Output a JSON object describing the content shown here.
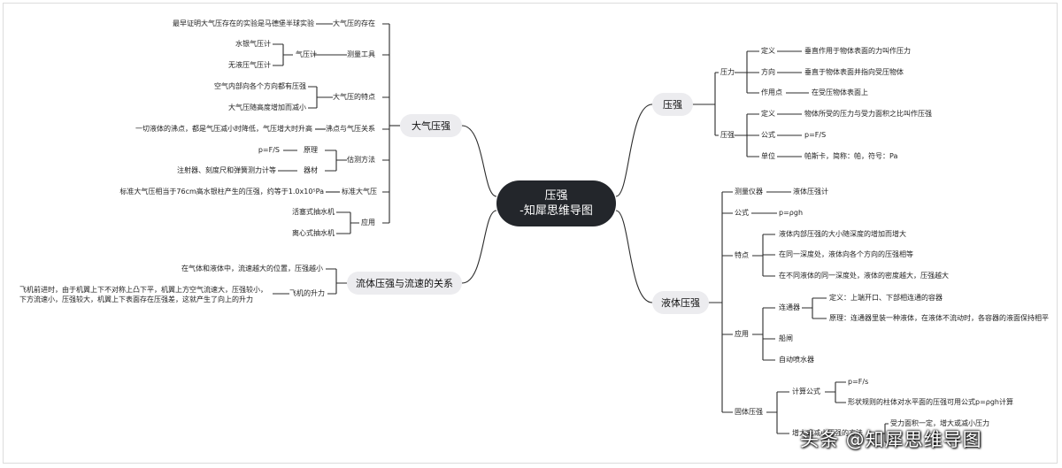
{
  "root": {
    "line1": "压强",
    "line2": "-知犀思维导图"
  },
  "left": {
    "atm": {
      "label": "大气压强",
      "existence": {
        "label": "大气压的存在",
        "fact": "最早证明大气压存在的实验是马德堡半球实验"
      },
      "tools": {
        "label": "测量工具",
        "barometer": "气压计",
        "mercury": "水银气压计",
        "aneroid": "无液压气压计"
      },
      "features": {
        "label": "大气压的特点",
        "f1": "空气内部向各个方向都有压强",
        "f2": "大气压随高度增加而减小"
      },
      "boiling": {
        "label": "沸点与气压关系",
        "fact": "一切液体的沸点，都是气压减小时降低，气压增大时升高"
      },
      "estimate": {
        "label": "估测方法",
        "principle": "原理",
        "principle_val": "p=F/S",
        "equipment": "器材",
        "equipment_val": "注射器、刻度尺和弹簧测力计等"
      },
      "standard": {
        "label": "标准大气压",
        "fact": "标准大气压相当于76cm高水银柱产生的压强，约等于1.0x10⁵Pa"
      },
      "application": {
        "label": "应用",
        "a1": "活塞式抽水机",
        "a2": "离心式抽水机"
      }
    },
    "fluid": {
      "label": "流体压强与流速的关系",
      "rule": "在气体和液体中，流速越大的位置，压强越小",
      "lift": {
        "label": "飞机的升力",
        "line1": "飞机前进时，由于机翼上下不对称上凸下平，机翼上方空气流速大，压强较小，",
        "line2": "下方流速小，压强较大，机翼上下表面存在压强差，这就产生了向上的升力"
      }
    }
  },
  "right": {
    "pressure": {
      "label": "压强",
      "force": {
        "label": "压力",
        "def_label": "定义",
        "def": "垂直作用于物体表面的力叫作压力",
        "dir_label": "方向",
        "dir": "垂直于物体表面并指向受压物体",
        "point_label": "作用点",
        "point": "在受压物体表面上"
      },
      "press": {
        "label": "压强",
        "def_label": "定义",
        "def": "物体所受的压力与受力面积之比叫作压强",
        "formula_label": "公式",
        "formula": "p=F/S",
        "unit_label": "单位",
        "unit": "帕斯卡，简称：帕，符号：Pa"
      }
    },
    "liquid": {
      "label": "液体压强",
      "instrument_label": "测量仪器",
      "instrument": "液体压强计",
      "formula_label": "公式",
      "formula": "p=ρgh",
      "features": {
        "label": "特点",
        "f1": "液体内部压强的大小随深度的增加而增大",
        "f2": "在同一深度处，液体向各个方向的压强相等",
        "f3": "在不同液体的同一深度处，液体的密度越大，压强越大"
      },
      "application": {
        "label": "应用",
        "connector": {
          "label": "连通器",
          "def": "定义：上端开口、下部相连通的容器",
          "principle": "原理：连通器里装一种液体，在液体不流动时，各容器的液面保持相平"
        },
        "lock": "船闸",
        "fountain": "自动喷水器"
      },
      "solid": {
        "label": "固体压强",
        "calc": {
          "label": "计算公式",
          "f1": "p=F/s",
          "f2": "形状规则的柱体对水平面的压强可用公式p=ρgh计算"
        },
        "change_label": "增大或减小压强的方法",
        "change": "受力面积一定，增大或减小压力"
      }
    }
  },
  "watermark": "头条 @知犀思维导图"
}
